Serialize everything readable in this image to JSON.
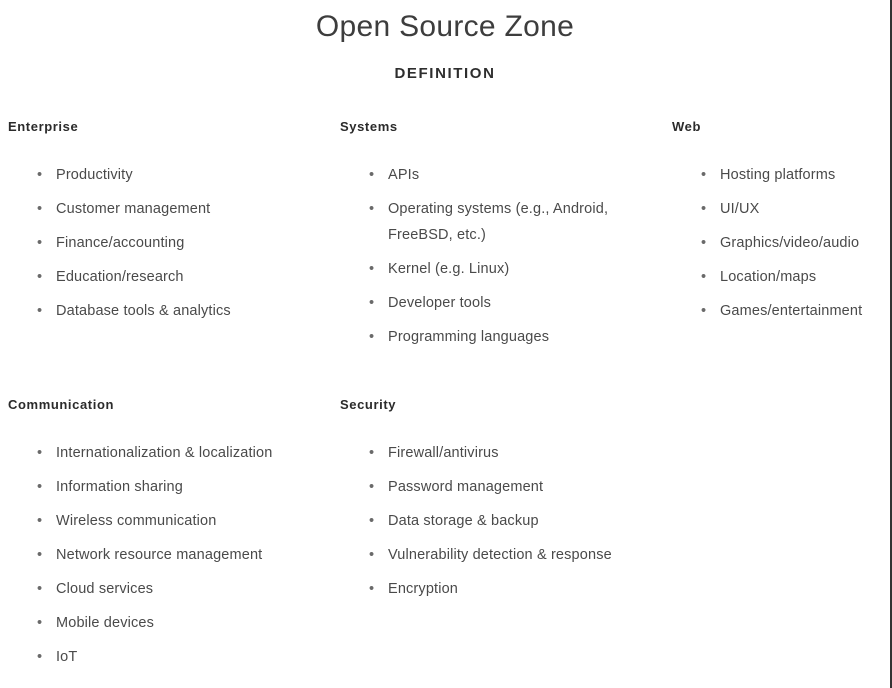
{
  "header": {
    "title": "Open Source Zone",
    "subtitle": "DEFINITION"
  },
  "columns": [
    {
      "heading": "Enterprise",
      "items": [
        "Productivity",
        "Customer management",
        "Finance/accounting",
        "Education/research",
        "Database tools & analytics"
      ]
    },
    {
      "heading": "Systems",
      "items": [
        "APIs",
        "Operating systems (e.g., Android, FreeBSD, etc.)",
        "Kernel (e.g. Linux)",
        "Developer tools",
        "Programming languages"
      ]
    },
    {
      "heading": "Web",
      "items": [
        "Hosting platforms",
        "UI/UX",
        "Graphics/video/audio",
        "Location/maps",
        "Games/entertainment"
      ]
    },
    {
      "heading": "Communication",
      "items": [
        "Internationalization & localization",
        "Information sharing",
        "Wireless communication",
        "Network resource management",
        "Cloud services",
        "Mobile devices",
        "IoT"
      ]
    },
    {
      "heading": "Security",
      "items": [
        "Firewall/antivirus",
        "Password management",
        "Data storage & backup",
        "Vulnerability detection & response",
        "Encryption"
      ]
    }
  ],
  "bullet_glyph": "•",
  "colors": {
    "background": "#ffffff",
    "title": "#3d3d3d",
    "heading": "#2b2b2b",
    "item_text": "#4a4a4a",
    "border": "#333333"
  }
}
